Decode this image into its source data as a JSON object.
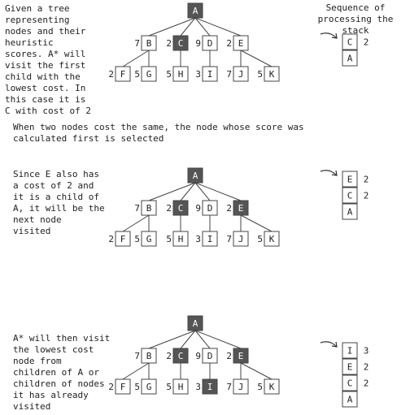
{
  "header_title": "Sequence of\nprocessing the stack",
  "note": "When two nodes cost the same, the node whose score was\ncalculated first is selected",
  "panels": [
    {
      "caption": "Given a tree\nrepresenting\nnodes and their\nheuristic\nscores. A* will\nvisit the first\nchild with the\nlowest cost. In\nthis case it is\nC with cost of 2",
      "dark": [
        "A",
        "C"
      ],
      "stack": [
        {
          "label": "C",
          "score": "2"
        },
        {
          "label": "A",
          "score": ""
        }
      ]
    },
    {
      "caption": "Since E also has\na cost of 2 and\nit is a child of\nA, it will be the\nnext node\nvisited",
      "dark": [
        "A",
        "C",
        "E"
      ],
      "stack": [
        {
          "label": "E",
          "score": "2"
        },
        {
          "label": "C",
          "score": "2"
        },
        {
          "label": "A",
          "score": ""
        }
      ]
    },
    {
      "caption": "A* will then visit\nthe lowest cost\nnode from\nchildren of A or\nchildren of nodes\nit has already\nvisited",
      "dark": [
        "A",
        "C",
        "E",
        "I"
      ],
      "stack": [
        {
          "label": "I",
          "score": "3"
        },
        {
          "label": "E",
          "score": "2"
        },
        {
          "label": "C",
          "score": "2"
        },
        {
          "label": "A",
          "score": ""
        }
      ]
    }
  ],
  "tree": {
    "root": {
      "label": "A"
    },
    "level1": [
      {
        "label": "B",
        "score": "7",
        "children": [
          {
            "label": "F",
            "score": "2"
          },
          {
            "label": "G",
            "score": "5"
          }
        ]
      },
      {
        "label": "C",
        "score": "2",
        "children": [
          {
            "label": "H",
            "score": "5"
          }
        ]
      },
      {
        "label": "D",
        "score": "9",
        "children": [
          {
            "label": "I",
            "score": "3"
          }
        ]
      },
      {
        "label": "E",
        "score": "2",
        "children": [
          {
            "label": "J",
            "score": "7"
          },
          {
            "label": "K",
            "score": "5"
          }
        ]
      }
    ]
  }
}
